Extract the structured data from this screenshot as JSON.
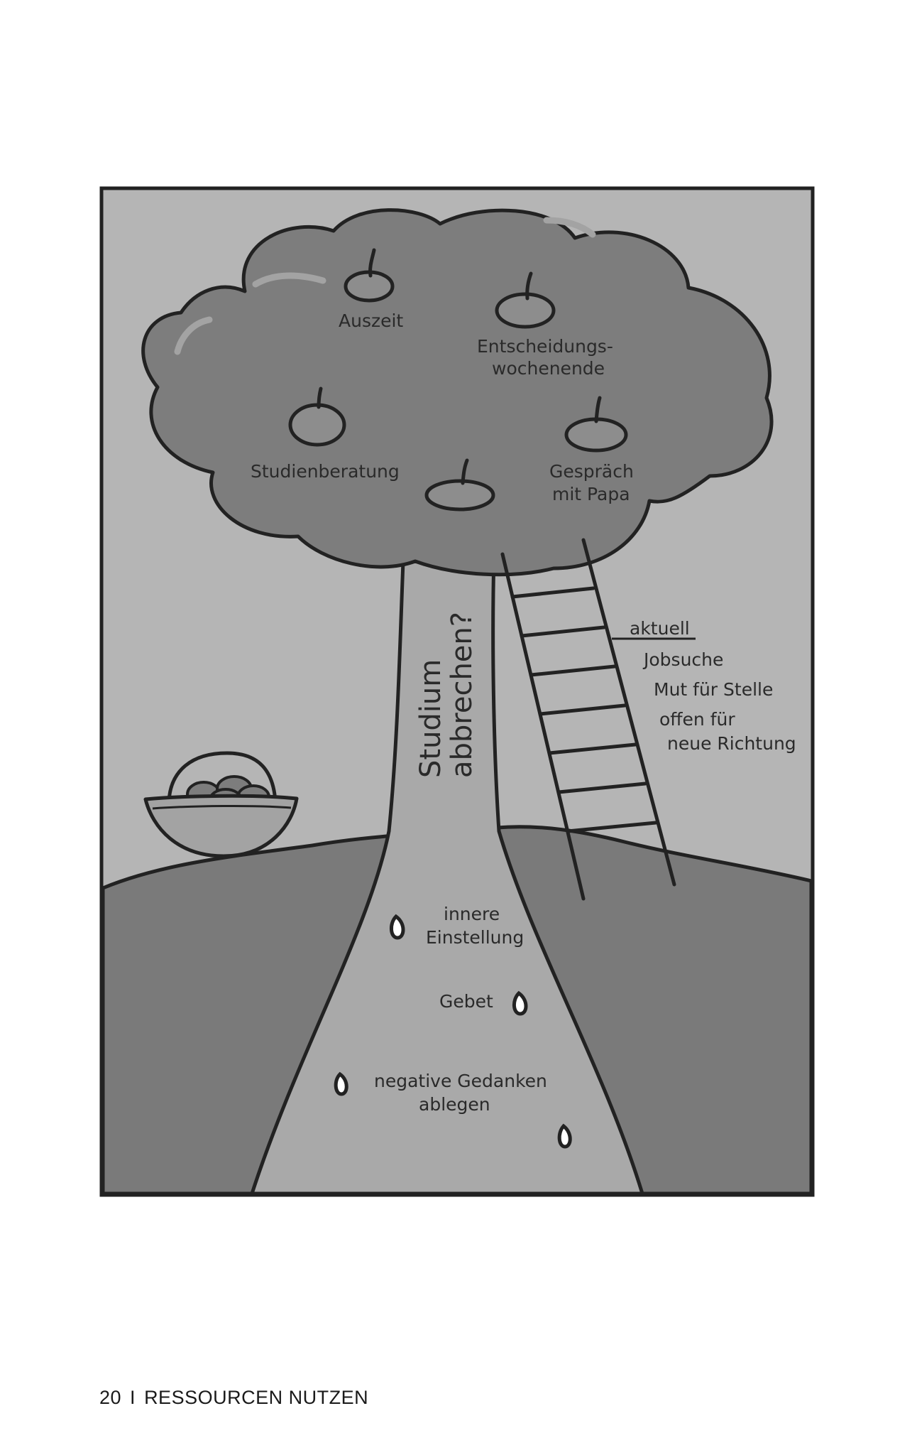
{
  "illustration": {
    "apples": [
      {
        "label": "Auszeit"
      },
      {
        "label": "Entscheidungs-\nwochenende"
      },
      {
        "label": "Studienberatung"
      },
      {
        "label": "Gespräch\nmit Papa"
      },
      {
        "label": ""
      }
    ],
    "trunk_label": [
      "Studium",
      "abbrechen?"
    ],
    "ladder_heading": "aktuell",
    "ladder_notes": [
      "Jobsuche",
      "Mut für Stelle",
      "offen für",
      "neue Richtung"
    ],
    "roots": [
      {
        "label": "innere\nEinstellung"
      },
      {
        "label": "Gebet"
      },
      {
        "label": "negative Gedanken\nablegen"
      }
    ]
  },
  "footer": {
    "page_number": "20",
    "separator": "I",
    "section": "RESSOURCEN NUTZEN"
  },
  "colors": {
    "sky": "#b5b5b5",
    "crown": "#7d7d7d",
    "ground": "#7a7a7a",
    "trunk": "#a9a9a9",
    "outline": "#222222"
  }
}
